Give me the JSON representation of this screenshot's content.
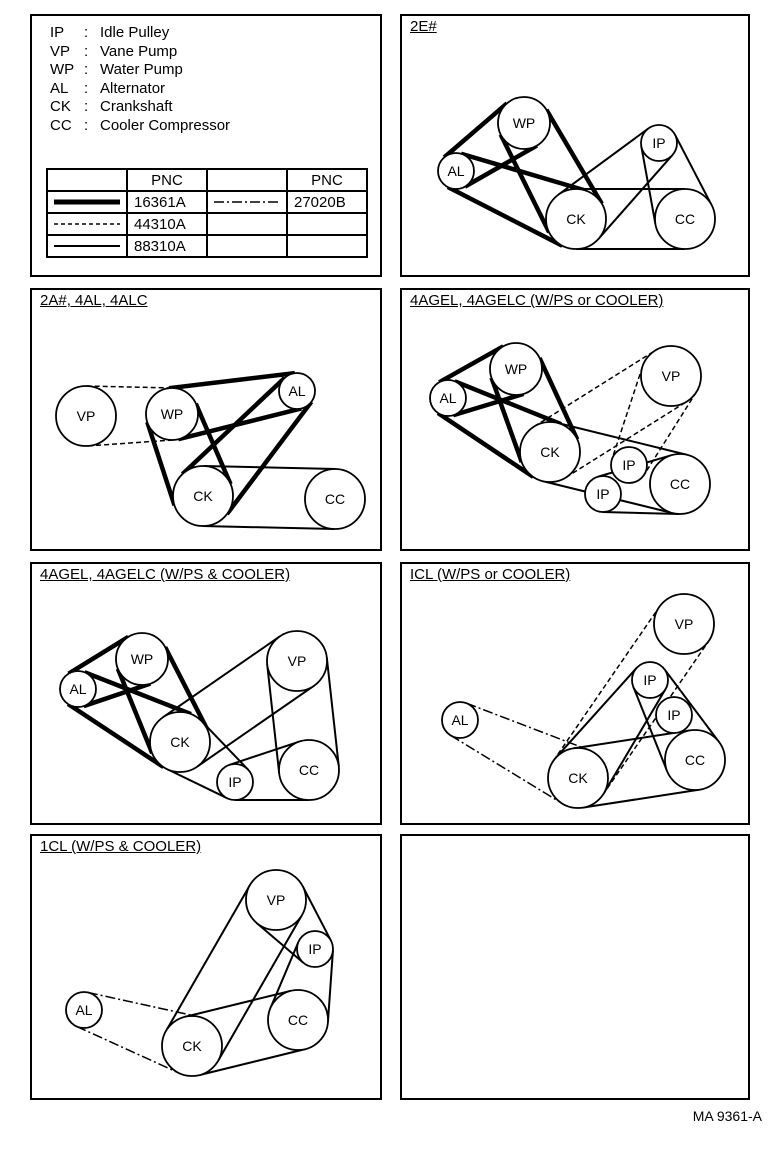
{
  "legend": [
    {
      "abbr": "IP",
      "sep": ":",
      "name": "Idle Pulley"
    },
    {
      "abbr": "VP",
      "sep": ":",
      "name": "Vane Pump"
    },
    {
      "abbr": "WP",
      "sep": ":",
      "name": "Water Pump"
    },
    {
      "abbr": "AL",
      "sep": ":",
      "name": "Alternator"
    },
    {
      "abbr": "CK",
      "sep": ":",
      "name": "Crankshaft"
    },
    {
      "abbr": "CC",
      "sep": ":",
      "name": "Cooler Compressor"
    }
  ],
  "pnc_table": {
    "header": "PNC",
    "rows": [
      {
        "style": "thick",
        "pnc": "16361A",
        "style2": "dashdot",
        "pnc2": "27020B"
      },
      {
        "style": "dashed",
        "pnc": "44310A",
        "style2": "",
        "pnc2": ""
      },
      {
        "style": "solid",
        "pnc": "88310A",
        "style2": "",
        "pnc2": ""
      }
    ]
  },
  "panels": [
    {
      "title": "2E#"
    },
    {
      "title": "2A#, 4AL, 4ALC"
    },
    {
      "title": "4AGEL, 4AGELC (W/PS or COOLER)"
    },
    {
      "title": "4AGEL, 4AGELC (W/PS & COOLER)"
    },
    {
      "title": "ICL (W/PS or COOLER)"
    },
    {
      "title": "1CL (W/PS & COOLER)"
    },
    {
      "title": ""
    }
  ],
  "pulley_labels": {
    "IP": "IP",
    "VP": "VP",
    "WP": "WP",
    "AL": "AL",
    "CK": "CK",
    "CC": "CC"
  },
  "footer_code": "MA 9361-A"
}
